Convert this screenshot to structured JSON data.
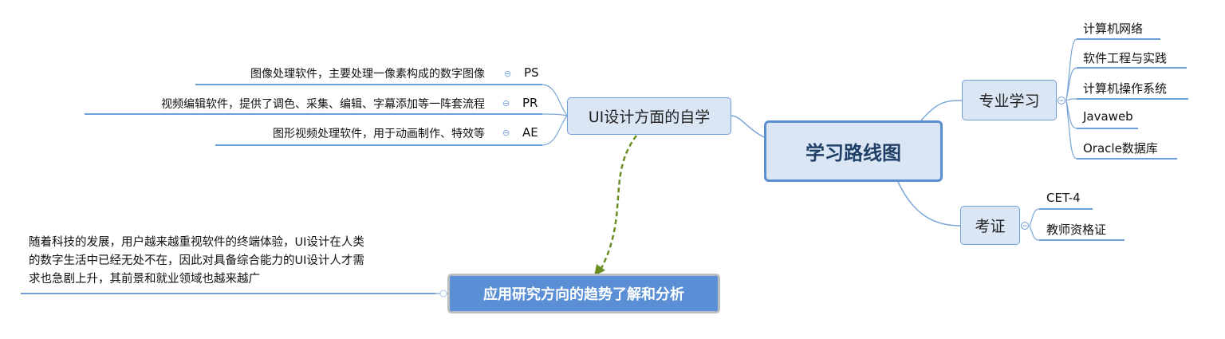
{
  "central": {
    "title": "学习路线图"
  },
  "ui_branch": {
    "title": "UI设计方面的自学",
    "items": [
      {
        "label": "PS",
        "desc": "图像处理软件，主要处理一像素构成的数字图像"
      },
      {
        "label": "PR",
        "desc": "视频编辑软件，提供了调色、采集、编辑、字幕添加等一阵套流程"
      },
      {
        "label": "AE",
        "desc": "图形视频处理软件，用于动画制作、特效等"
      }
    ]
  },
  "professional": {
    "title": "专业学习",
    "items": [
      "计算机网络",
      "软件工程与实践",
      "计算机操作系统",
      "Javaweb",
      "Oracle数据库"
    ]
  },
  "exam": {
    "title": "考证",
    "items": [
      "CET-4",
      "教师资格证"
    ]
  },
  "trend": {
    "title": "应用研究方向的趋势了解和分析",
    "note_lines": [
      "随着科技的发展，用户越来越重视软件的终端体验，UI设计在人类",
      "的数字生活中已经无处不在，因此对具备综合能力的UI设计人才需",
      "求也急剧上升，其前景和就业领域也越来越广"
    ]
  },
  "colors": {
    "line": "#6f9fd8",
    "node_fill": "#dbe6f4",
    "central_border": "#5b8fcf",
    "trend_fill": "#5a8fd6",
    "relation": "#6b8e23"
  }
}
